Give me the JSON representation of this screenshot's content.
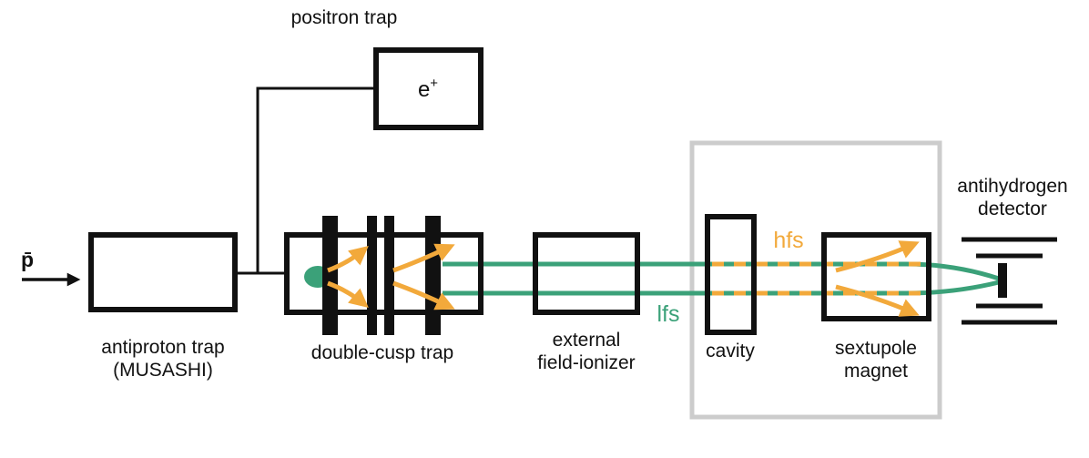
{
  "labels": {
    "positron_trap": "positron trap",
    "positron_base": "e",
    "positron_sup": "+",
    "pbar": "p̄",
    "antiproton_trap_1": "antiproton trap",
    "antiproton_trap_2": "(MUSASHI)",
    "double_cusp_trap": "double-cusp trap",
    "ionizer_1": "external",
    "ionizer_2": "field-ionizer",
    "cavity": "cavity",
    "sextupole_1": "sextupole",
    "sextupole_2": "magnet",
    "detector_1": "antihydrogen",
    "detector_2": "detector",
    "hfs": "hfs",
    "lfs": "lfs"
  },
  "colors": {
    "beam_green": "#3ba179",
    "spin_orange": "#f2a93b",
    "ink": "#111111",
    "group_outline": "#cccccc"
  }
}
